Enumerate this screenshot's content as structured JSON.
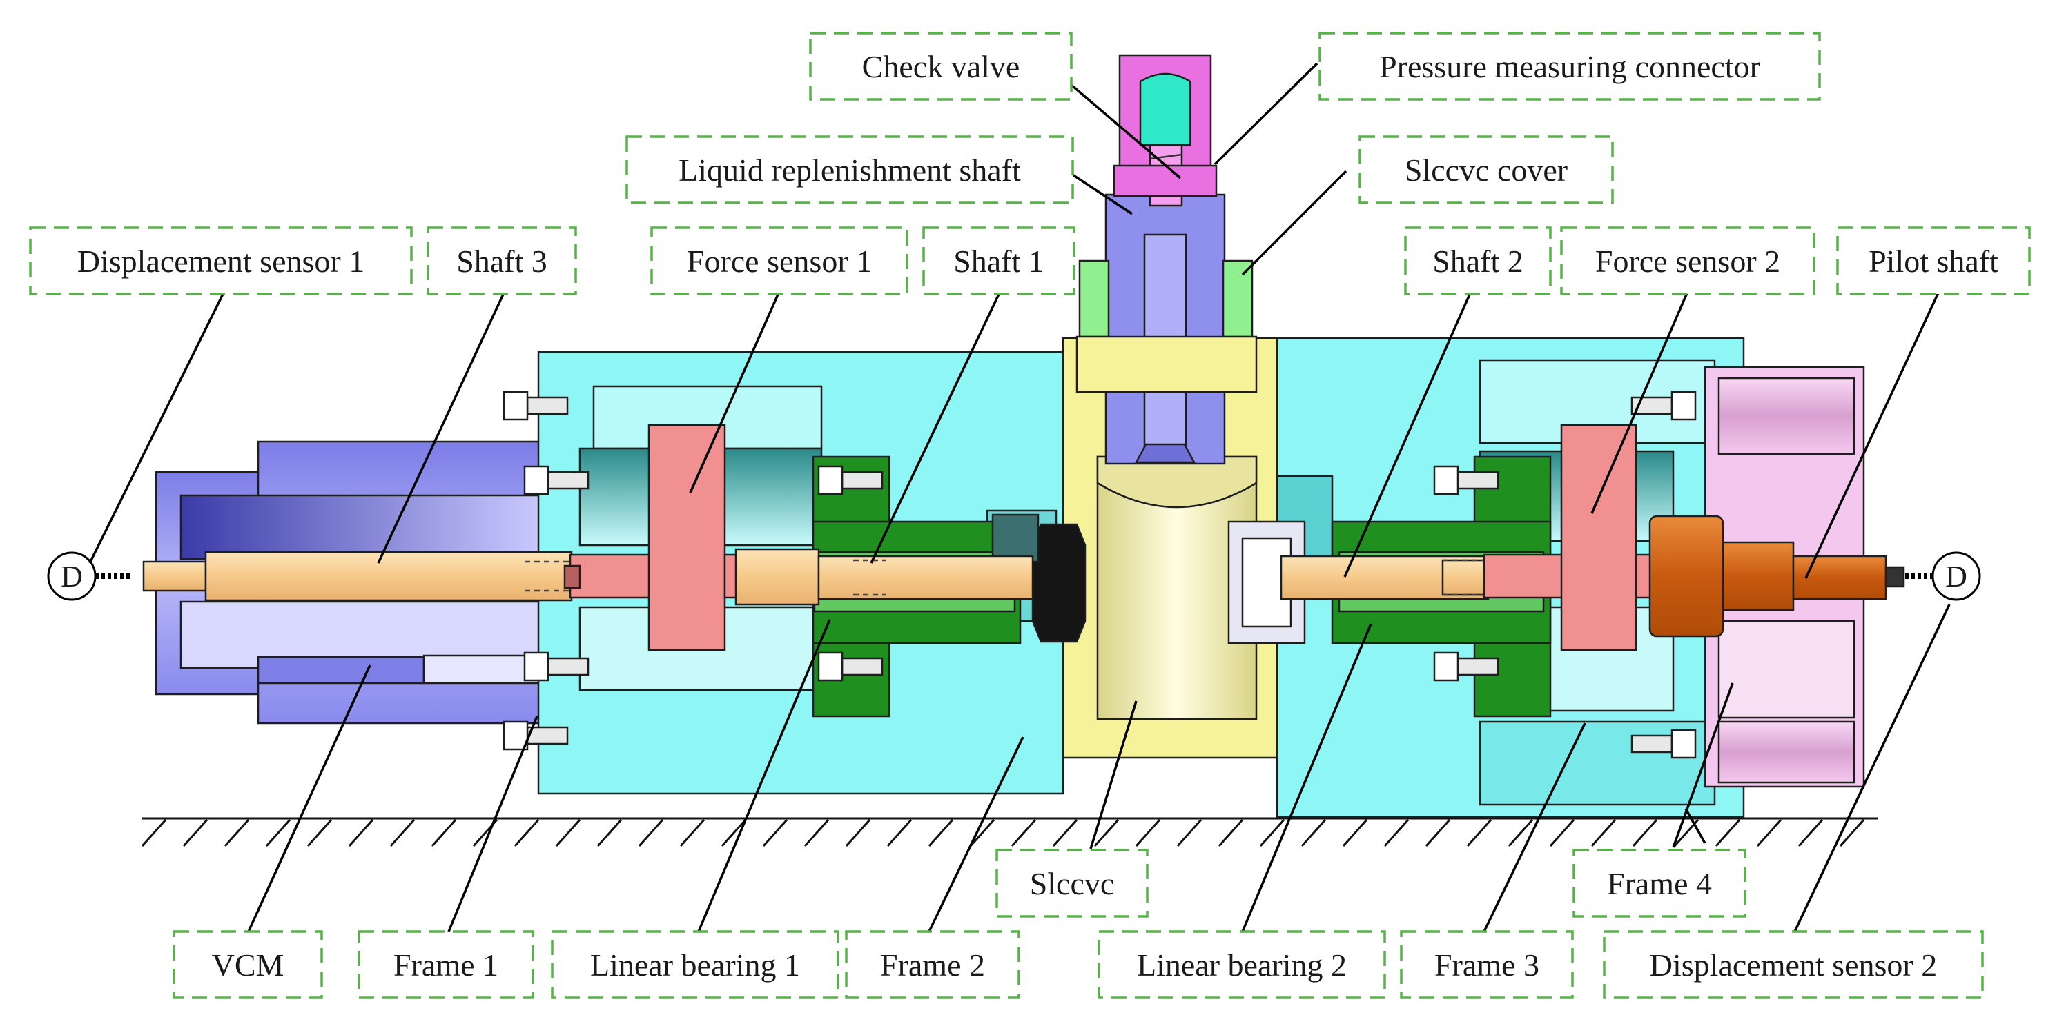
{
  "labels": {
    "check_valve": "Check valve",
    "pressure_measuring_connector": "Pressure measuring connector",
    "liquid_replenishment_shaft": "Liquid replenishment shaft",
    "sleeve_cover": "Slccvc cover",
    "displacement_sensor_1": "Displacement sensor 1",
    "shaft_3": "Shaft 3",
    "force_sensor_1": "Force sensor 1",
    "shaft_1": "Shaft 1",
    "shaft_2": "Shaft 2",
    "force_sensor_2": "Force sensor 2",
    "pilot_shaft": "Pilot shaft",
    "sleeve": "Slccvc",
    "frame_4": "Frame 4",
    "vcm": "VCM",
    "frame_1": "Frame 1",
    "linear_bearing_1": "Linear bearing 1",
    "frame_2": "Frame 2",
    "linear_bearing_2": "Linear bearing 2",
    "frame_3": "Frame 3",
    "displacement_sensor_2": "Displacement sensor 2"
  },
  "sensor_symbols": {
    "left": "D",
    "right": "D"
  },
  "colors": {
    "label_border": "#59b14a",
    "frame_cyan": "#8ff6f6",
    "vcm_purple": "#8f8ff0",
    "shaft_orange": "#f8d29a",
    "force_sensor_pink": "#f09090",
    "linear_bearing_green": "#1f8f1f",
    "sleeve_yellow": "#f6f29a",
    "pilot_shaft_orange": "#d96a16",
    "frame4_pink": "#f4c8ee",
    "check_valve_teal": "#2ee8c8",
    "connector_magenta": "#e870e0",
    "sleeve_cover_green": "#90f090"
  }
}
